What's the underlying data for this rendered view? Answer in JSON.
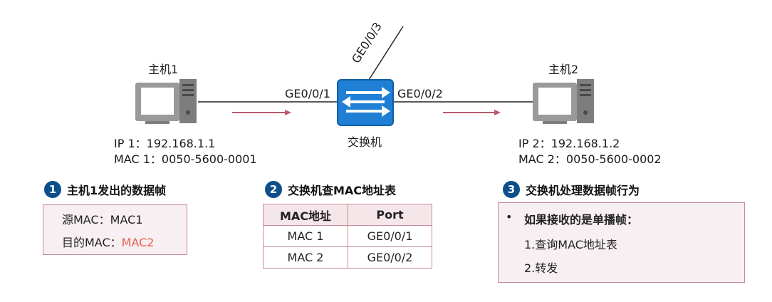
{
  "host1": {
    "name": "主机1",
    "ip": "IP 1：192.168.1.1",
    "mac": "MAC 1：0050-5600-0001"
  },
  "host2": {
    "name": "主机2",
    "ip": "IP 2：192.168.1.2",
    "mac": "MAC 2：0050-5600-0002"
  },
  "switch": {
    "name": "交换机",
    "ports": {
      "p1": "GE0/0/1",
      "p2": "GE0/0/2",
      "p3": "GE0/0/3"
    }
  },
  "steps": {
    "s1": {
      "num": "1",
      "title": "主机1发出的数据帧",
      "src_line": "源MAC：MAC1",
      "dst_prefix": "目的MAC：",
      "dst_value": "MAC2"
    },
    "s2": {
      "num": "2",
      "title": "交换机查MAC地址表",
      "table": {
        "headers": [
          "MAC地址",
          "Port"
        ],
        "rows": [
          [
            "MAC 1",
            "GE0/0/1"
          ],
          [
            "MAC 2",
            "GE0/0/2"
          ]
        ]
      }
    },
    "s3": {
      "num": "3",
      "title": "交换机处理数据帧行为",
      "bullet": "•",
      "heading": "如果接收的是单播帧：",
      "items": [
        "1.查询MAC地址表",
        "2.转发"
      ]
    }
  },
  "colors": {
    "accent_blue": "#0c4f8a",
    "arrow": "#b85a70",
    "box_border": "#c98a96",
    "box_fill": "#f7eff1",
    "highlight_red": "#e85d50",
    "switch_blue": "#1f7fd4"
  }
}
